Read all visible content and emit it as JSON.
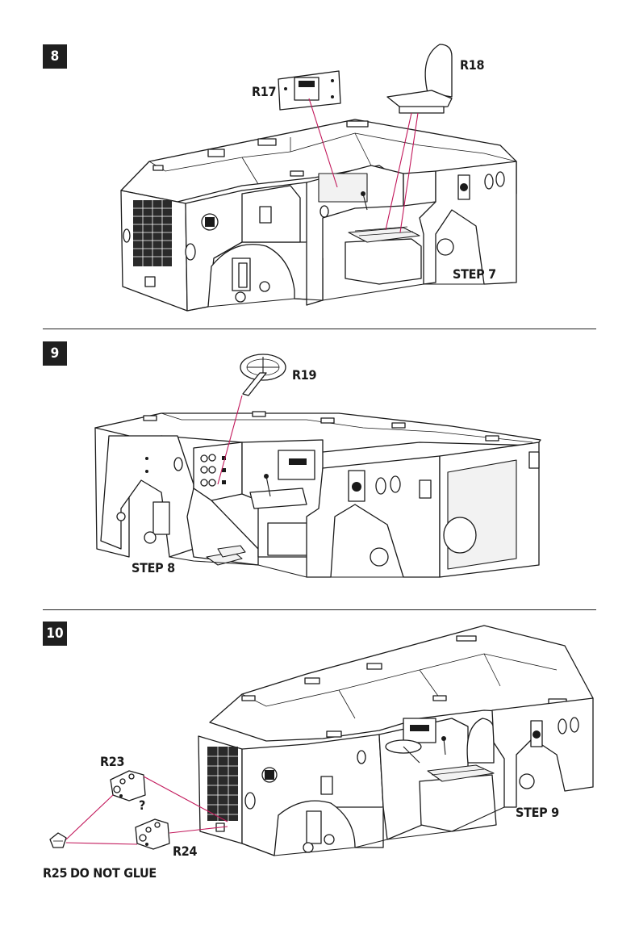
{
  "steps": [
    {
      "number": "8",
      "parts": {
        "a": "R17",
        "b": "R18"
      },
      "reference": "STEP 7"
    },
    {
      "number": "9",
      "parts": {
        "a": "R19"
      },
      "reference": "STEP 8"
    },
    {
      "number": "10",
      "parts": {
        "a": "R23",
        "b": "R24",
        "c": "R25"
      },
      "question_mark": "?",
      "note": "DO NOT GLUE",
      "reference": "STEP 9"
    }
  ],
  "colors": {
    "leader_line": "#c2185b",
    "badge": "#1f1f1f",
    "ink": "#1a1a1a"
  }
}
